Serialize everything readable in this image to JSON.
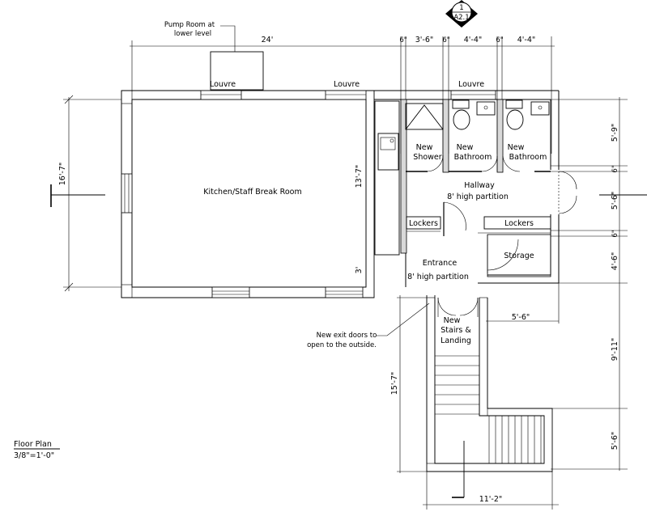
{
  "section_marker": {
    "number": "1",
    "sheet": "A2.1"
  },
  "notes": {
    "pump_room_line1": "Pump Room at",
    "pump_room_line2": "lower level",
    "exit_doors_line1": "New exit doors to",
    "exit_doors_line2": "open to the outside."
  },
  "rooms": {
    "kitchen": "Kitchen/Staff Break Room",
    "shower_line1": "New",
    "shower_line2": "Shower",
    "bath1_line1": "New",
    "bath1_line2": "Bathroom",
    "bath2_line1": "New",
    "bath2_line2": "Bathroom",
    "hallway": "Hallway",
    "partition_upper": "8' high partition",
    "lockers_left": "Lockers",
    "lockers_right": "Lockers",
    "storage": "Storage",
    "entrance": "Entrance",
    "partition_lower": "8' high partition",
    "stairs_line1": "New",
    "stairs_line2": "Stairs &",
    "stairs_line3": "Landing"
  },
  "louvres": [
    "Louvre",
    "Louvre",
    "Louvre"
  ],
  "dimensions": {
    "top_width": "24'",
    "top_a": "6\"",
    "top_b": "3'-6\"",
    "top_c": "6\"",
    "top_d": "4'-4\"",
    "top_e": "6\"",
    "top_f": "4'-4\"",
    "left_height": "16'-7\"",
    "inner_height": "13'-7\"",
    "inner_small": "3'",
    "right_a": "5'-9\"",
    "right_b": "6\"",
    "right_c": "5'-6\"",
    "right_d": "6\"",
    "right_e": "4'-6\"",
    "right_f": "9'-11\"",
    "right_g": "5'-6\"",
    "landing_width": "5'-6\"",
    "stair_height": "15'-7\"",
    "bottom_width": "11'-2\""
  },
  "title_block": {
    "title": "Floor Plan",
    "scale": "3/8\"=1'-0\""
  }
}
